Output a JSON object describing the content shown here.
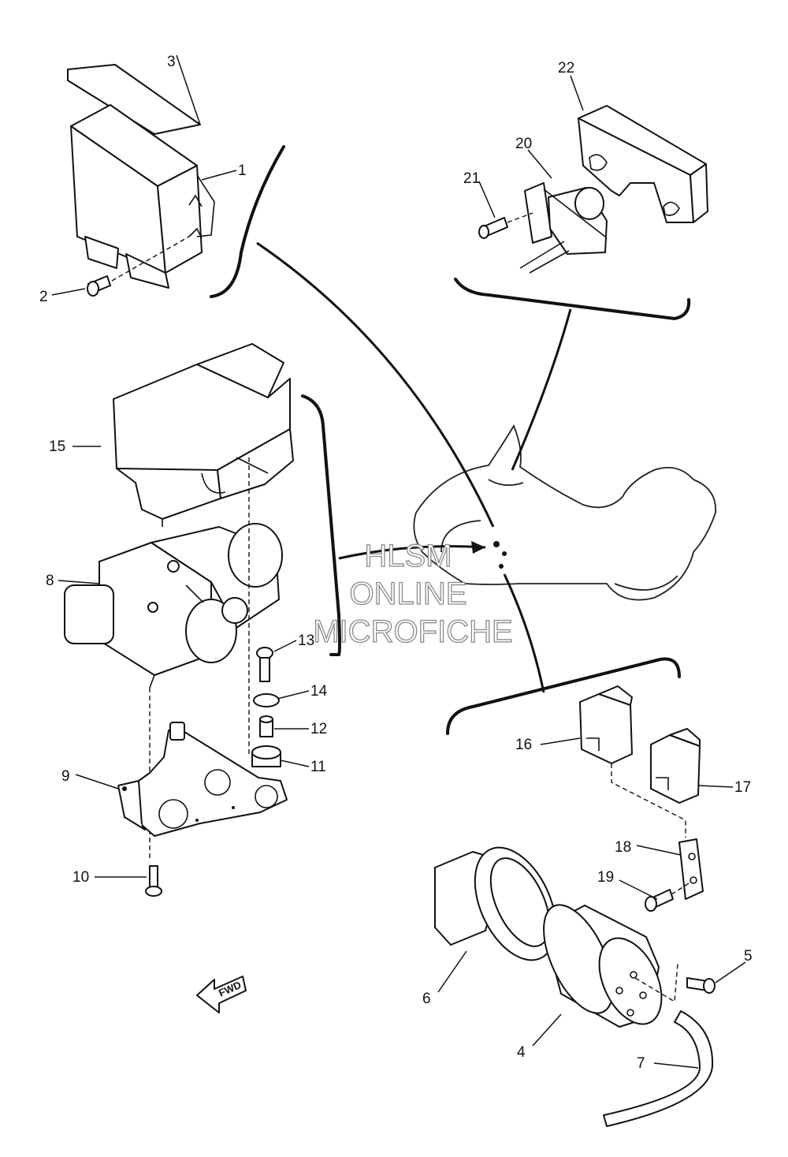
{
  "callouts": {
    "c1": "1",
    "c2": "2",
    "c3": "3",
    "c4": "4",
    "c5": "5",
    "c6": "6",
    "c7": "7",
    "c8": "8",
    "c9": "9",
    "c10": "10",
    "c11": "11",
    "c12": "12",
    "c13": "13",
    "c14": "14",
    "c15": "15",
    "c16": "16",
    "c17": "17",
    "c18": "18",
    "c19": "19",
    "c20": "20",
    "c21": "21",
    "c22": "22"
  },
  "direction_arrow": {
    "label": "FWD",
    "icon": "fwd-arrow-icon"
  },
  "watermark": {
    "line1": "HLSM",
    "line2": "ONLINE",
    "line3": "MICROFICHE"
  }
}
